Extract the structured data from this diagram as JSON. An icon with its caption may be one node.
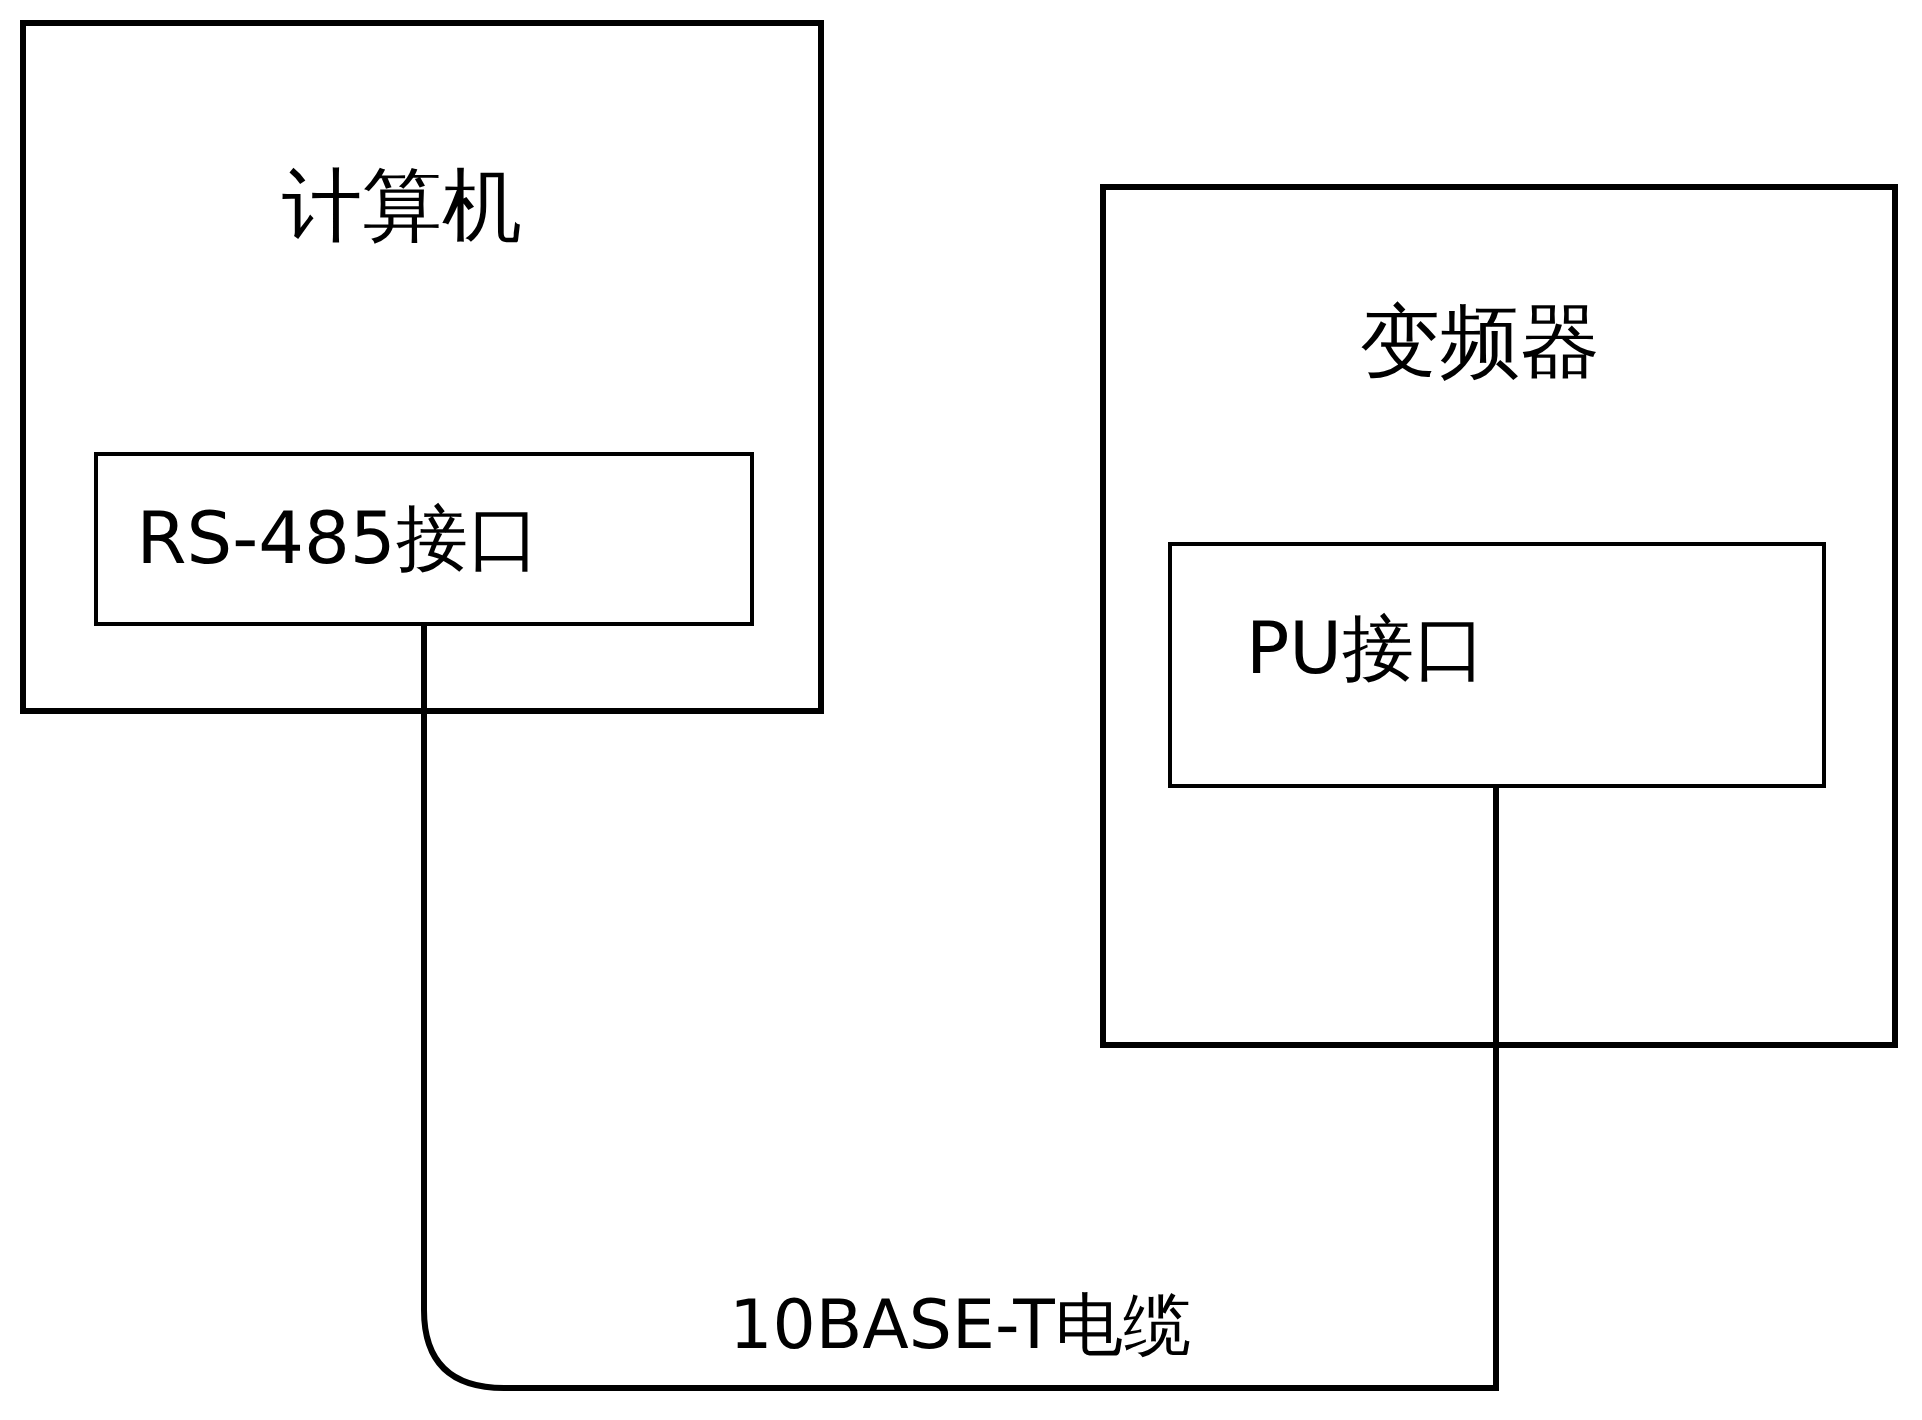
{
  "diagram": {
    "nodes": [
      {
        "text": [
          "计算机"
        ]
      },
      {
        "text": [
          "RS-485接口"
        ],
        "in": 0
      },
      {
        "text": [
          "变频器"
        ]
      },
      {
        "text": [
          "PU接口"
        ],
        "in": 2
      }
    ],
    "edges": [
      {
        "from": 1,
        "to": 3,
        "arrow": "none",
        "label": "10BASE-T电缆"
      }
    ]
  }
}
